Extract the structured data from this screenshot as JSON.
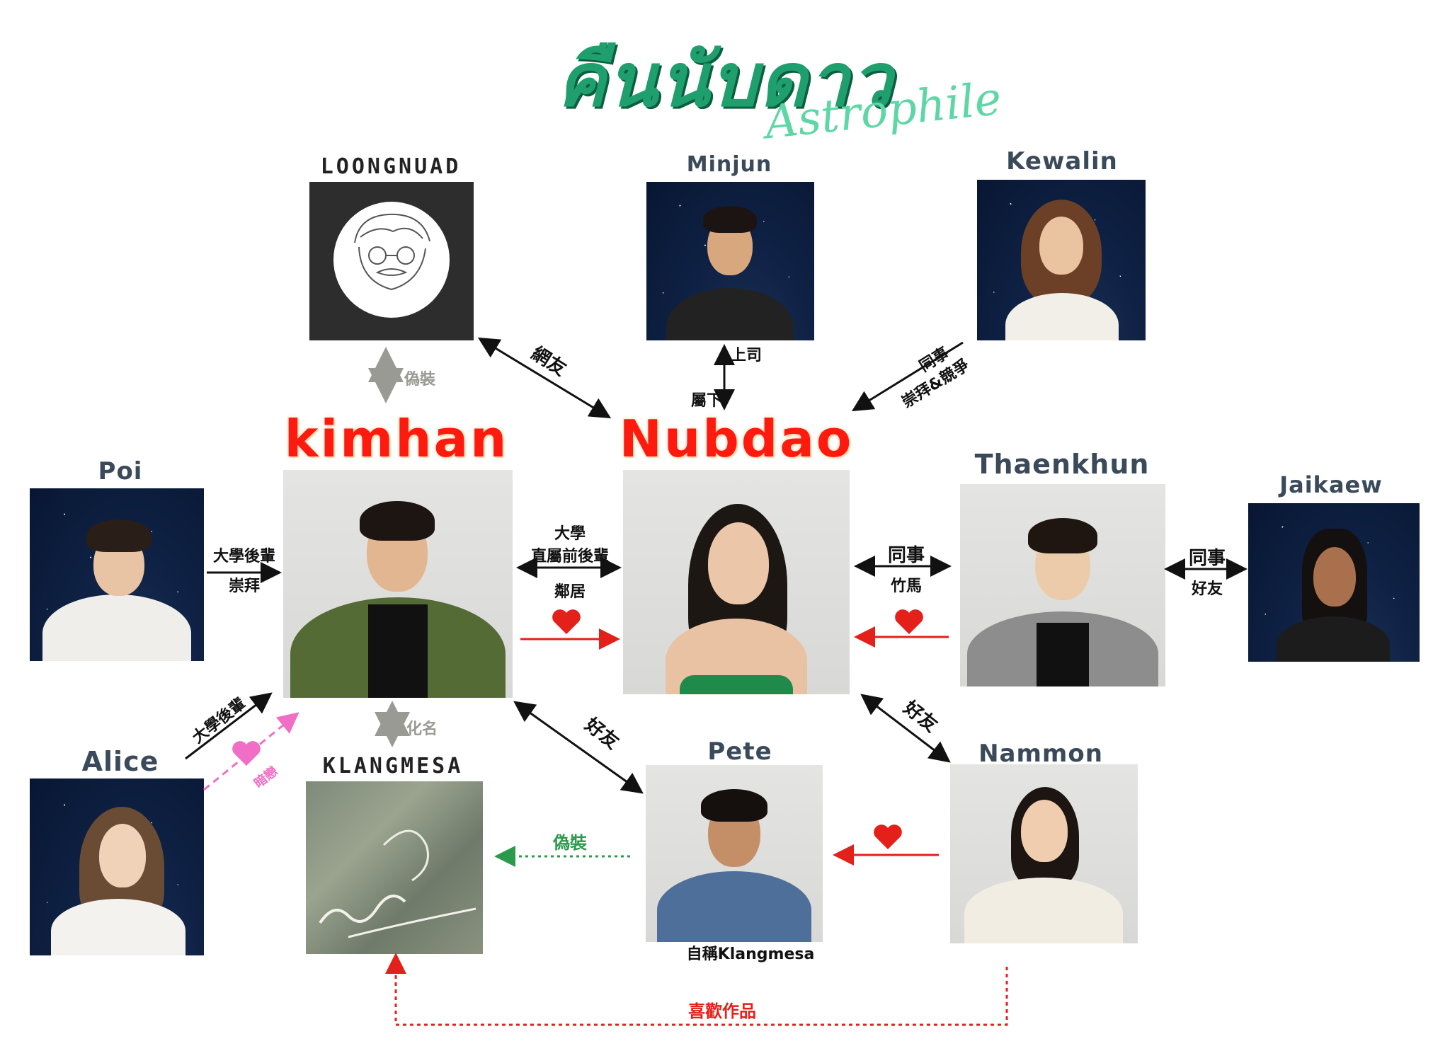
{
  "title": {
    "thai": "คืนนับดาว",
    "english": "Astrophile"
  },
  "characters": {
    "loongnuad": "LOONGNUAD",
    "minjun": "Minjun",
    "kewalin": "Kewalin",
    "kimhan": "kimhan",
    "nubdao": "Nubdao",
    "poi": "Poi",
    "thaenkhun": "Thaenkhun",
    "jaikaew": "Jaikaew",
    "alice": "Alice",
    "klangmesa": "KLANGMESA",
    "pete": "Pete",
    "nammon": "Nammon"
  },
  "captions": {
    "pete_caption": "自稱Klangmesa"
  },
  "relations": {
    "loongnuad_nubdao": "網友",
    "loongnuad_kimhan": "偽裝",
    "minjun_up": "上司",
    "minjun_down": "屬下",
    "kewalin_line1": "同事",
    "kewalin_line2": "崇拜&競爭",
    "poi_line1": "大學後輩",
    "poi_line2": "崇拜",
    "kimhan_nubdao_line1": "大學",
    "kimhan_nubdao_line2": "直屬前後輩",
    "kimhan_nubdao_line3": "鄰居",
    "thaenkhun_nubdao_line1": "同事",
    "thaenkhun_nubdao_line2": "竹馬",
    "thaenkhun_jaikaew_line1": "同事",
    "thaenkhun_jaikaew_line2": "好友",
    "alice_kimhan": "大學後輩",
    "alice_crush": "暗戀",
    "kimhan_alias": "化名",
    "kimhan_pete": "好友",
    "nubdao_nammon": "好友",
    "pete_klangmesa": "偽裝",
    "nammon_klangmesa": "喜歡作品"
  },
  "colors": {
    "title_green": "#1f9e6e",
    "main_name_red": "#ff1a10",
    "love_red": "#e32019",
    "crush_pink": "#f06ec6",
    "disguise_green": "#2b9a4c",
    "muted_grey": "#9a9a94"
  }
}
